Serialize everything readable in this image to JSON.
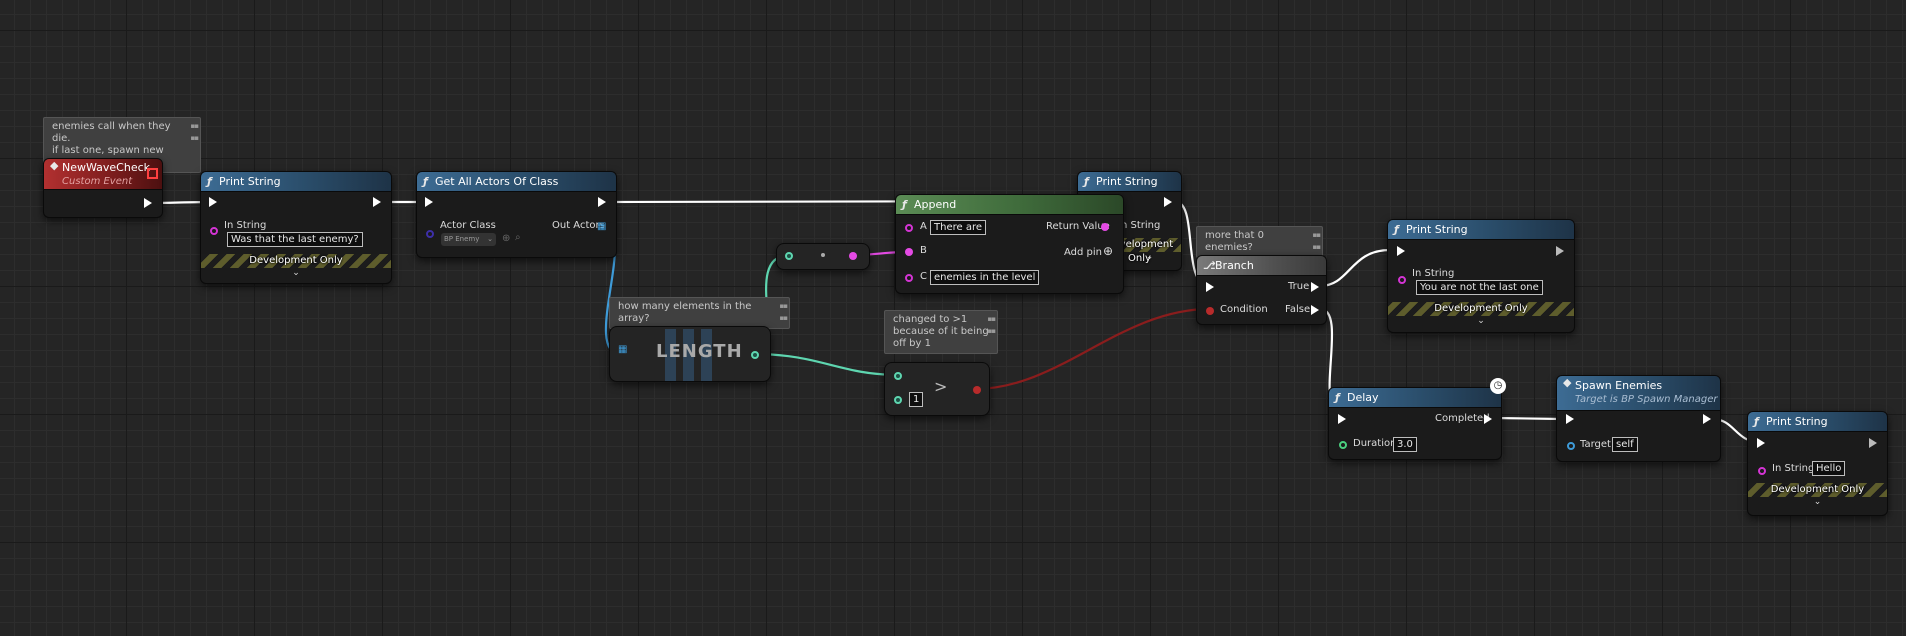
{
  "comments": {
    "event_note_line1": "enemies call when they die.",
    "event_note_line2": "if last one, spawn new wave",
    "array_note": "how many elements in the array?",
    "compare_note_line1": "changed to >1",
    "compare_note_line2": "because of it being",
    "compare_note_line3": "off by 1",
    "branch_note": "more that 0 enemies?"
  },
  "event_node": {
    "title": "NewWaveCheck",
    "subtitle": "Custom Event"
  },
  "print1": {
    "title": "Print String",
    "in_string_label": "In String",
    "in_string_value": "Was that the last enemy?",
    "dev_only": "Development Only"
  },
  "get_actors": {
    "title": "Get All Actors Of Class",
    "actor_class_label": "Actor Class",
    "actor_class_value": "BP Enemy",
    "out_actors_label": "Out Actors"
  },
  "length_node": {
    "label": "LENGTH"
  },
  "compare_node": {
    "operator": ">",
    "b_value": "1"
  },
  "append": {
    "title": "Append",
    "a_label": "A",
    "a_value": "There are",
    "b_label": "B",
    "c_label": "C",
    "c_value": "enemies in the level",
    "return_label": "Return Value",
    "add_pin": "Add pin"
  },
  "print2": {
    "title": "Print String",
    "in_string_label": "In String",
    "dev_only": "Development Only"
  },
  "branch": {
    "title": "Branch",
    "condition_label": "Condition",
    "true_label": "True",
    "false_label": "False"
  },
  "print3": {
    "title": "Print String",
    "in_string_label": "In String",
    "in_string_value": "You are not the last one",
    "dev_only": "Development Only"
  },
  "delay": {
    "title": "Delay",
    "duration_label": "Duration",
    "duration_value": "3.0",
    "completed_label": "Completed"
  },
  "spawn": {
    "title": "Spawn Enemies",
    "subtitle": "Target is BP Spawn Manager",
    "target_label": "Target",
    "target_value": "self"
  },
  "print4": {
    "title": "Print String",
    "in_string_label": "In String",
    "in_string_value": "Hello",
    "dev_only": "Development Only"
  },
  "colors": {
    "exec_wire": "#ffffff",
    "string_wire": "#e44ae4",
    "int_wire": "#5ed6b0",
    "array_wire": "#3e9bd8",
    "bool_wire": "#8a1d1d",
    "function_header": "#3d6c94",
    "pure_header": "#5b8c55",
    "event_header": "#b23030"
  }
}
